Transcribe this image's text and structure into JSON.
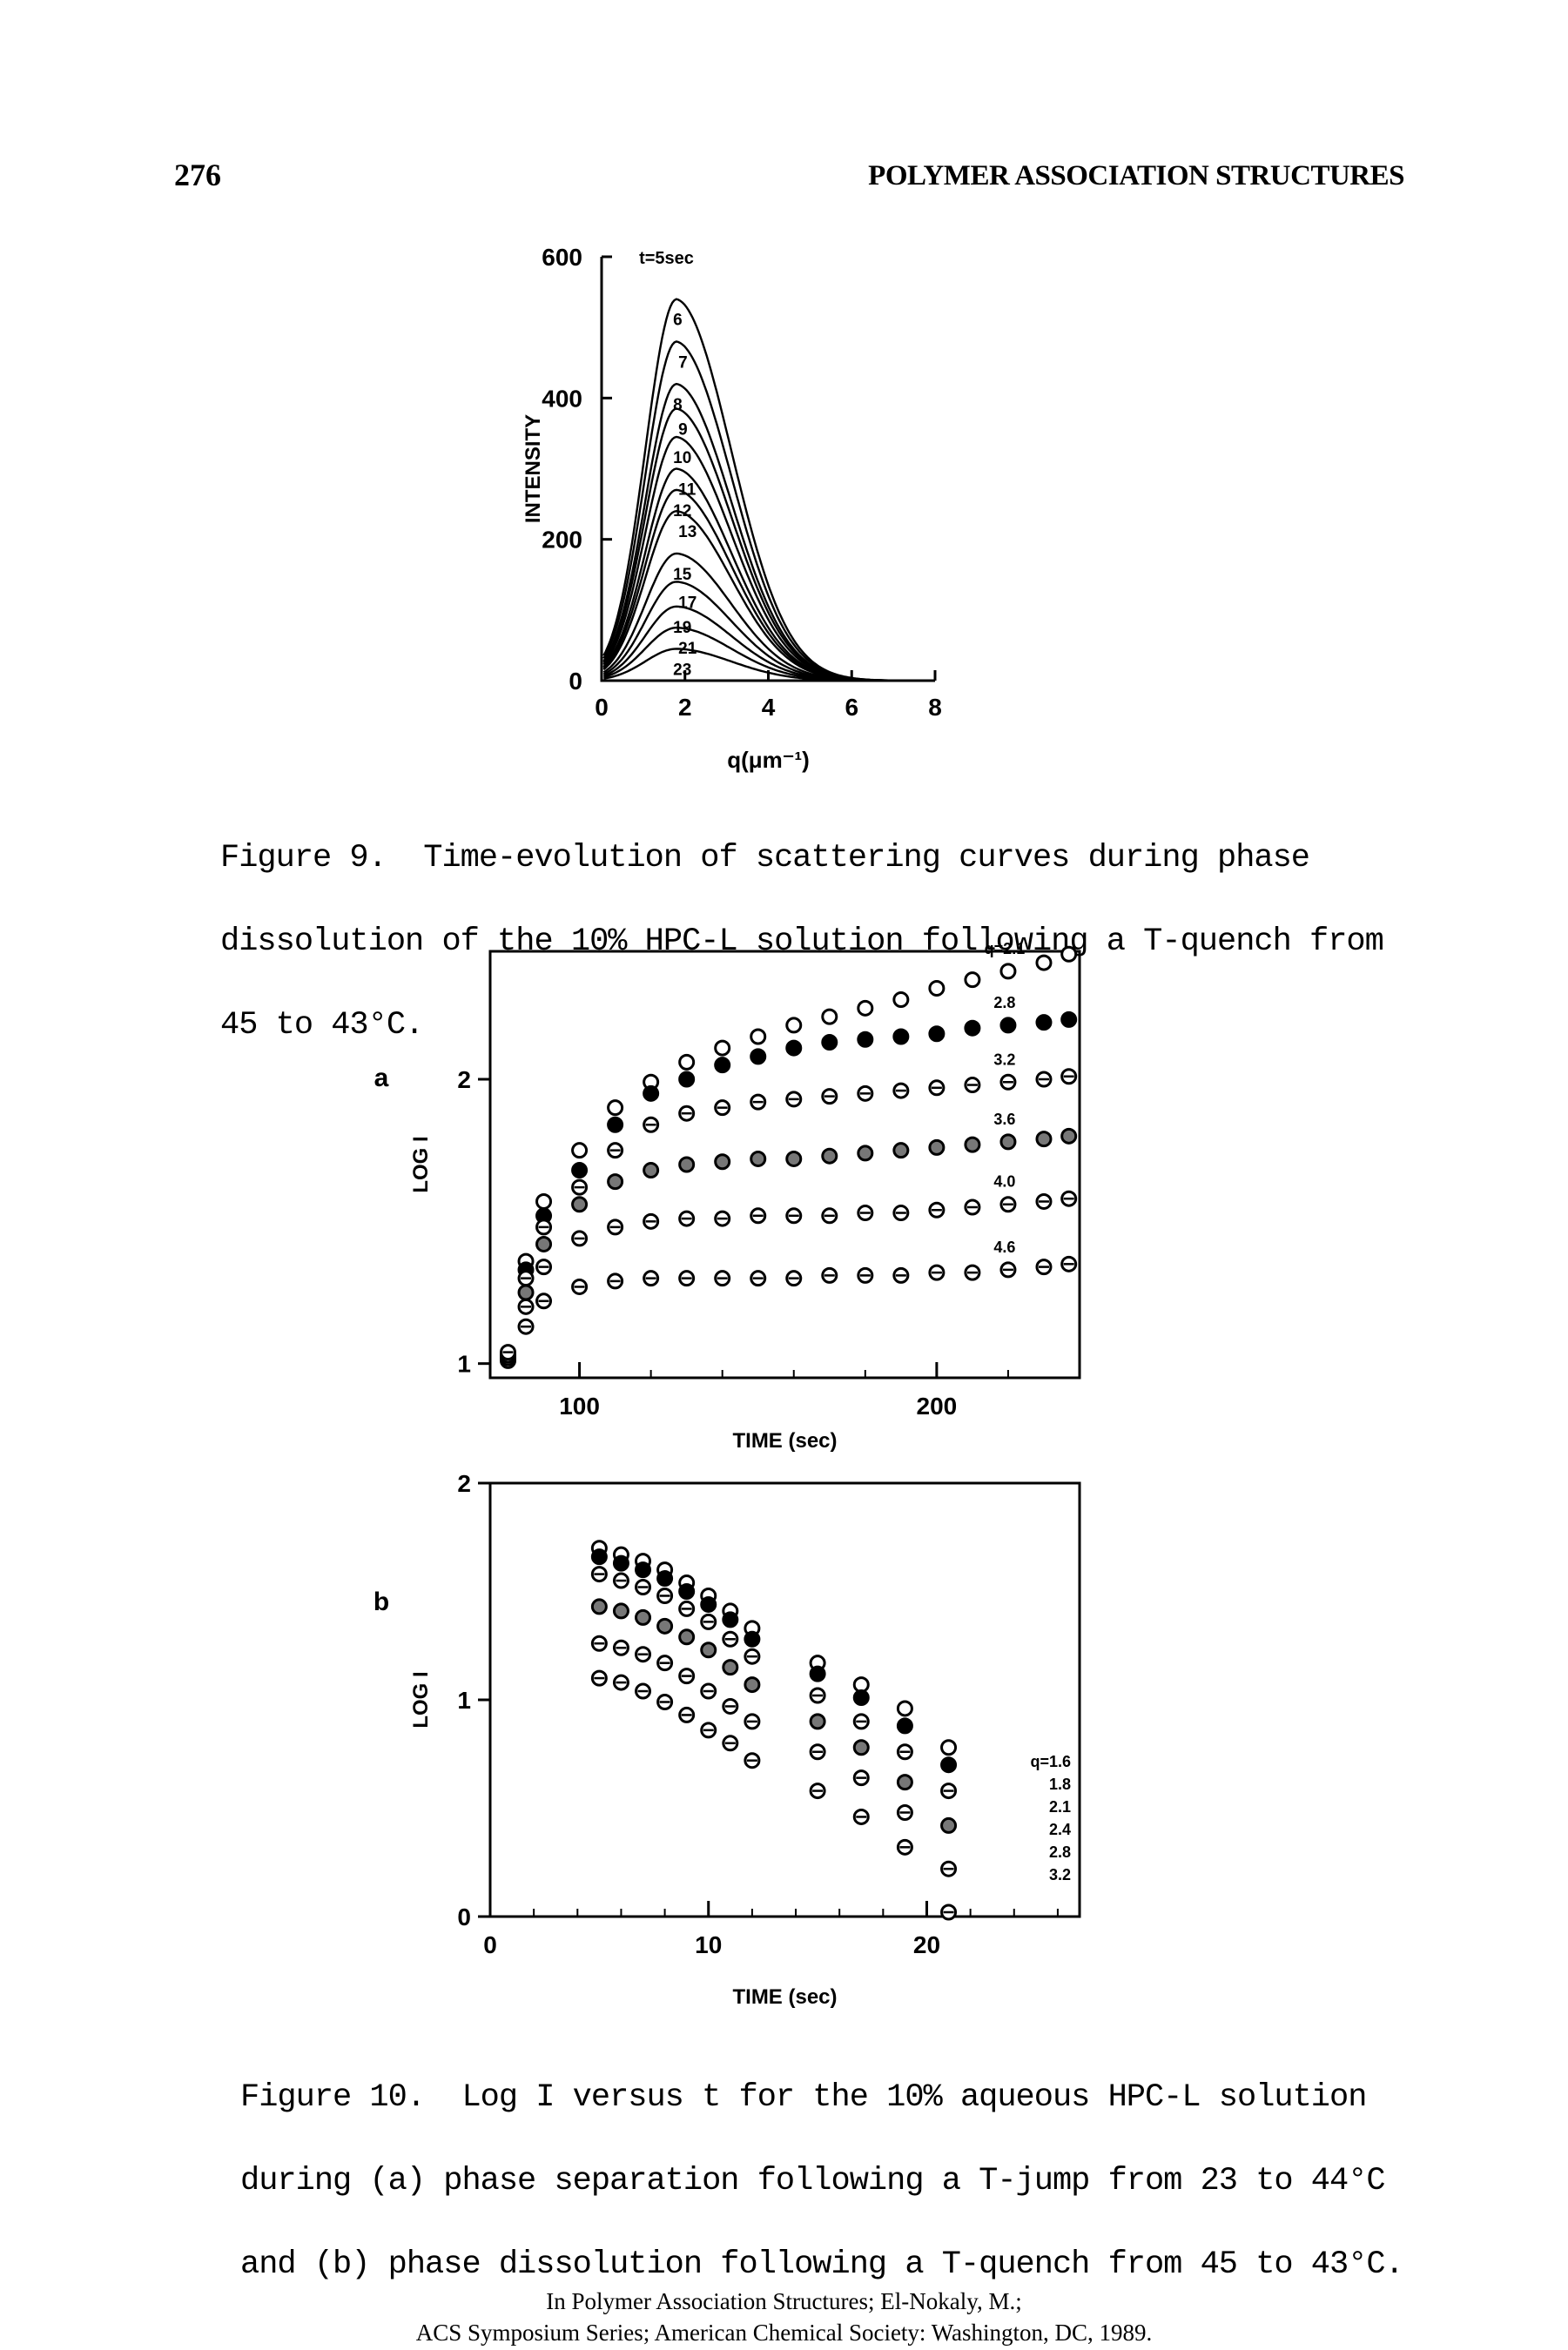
{
  "page": {
    "number": "276",
    "running_head": "POLYMER ASSOCIATION STRUCTURES"
  },
  "figure9": {
    "caption_lines": [
      "Figure 9.  Time-evolution of scattering curves during phase",
      "dissolution of the 10% HPC-L solution following a T-quench from",
      "45 to 43°C."
    ]
  },
  "figure10": {
    "caption_lines": [
      "Figure 10.  Log I versus t for the 10% aqueous HPC-L solution",
      "during (a) phase separation following a T-jump from 23 to 44°C",
      "and (b) phase dissolution following a T-quench from 45 to 43°C."
    ]
  },
  "footer": {
    "line1": "In Polymer Association Structures; El-Nokaly, M.;",
    "line2": "ACS Symposium Series; American Chemical Society: Washington, DC, 1989."
  },
  "chart_data": [
    {
      "id": "fig9",
      "type": "line",
      "xlabel": "q(μm⁻¹)",
      "ylabel": "INTENSITY",
      "xlim": [
        0,
        8
      ],
      "ylim": [
        0,
        600
      ],
      "x_ticks": [
        "0",
        "2",
        "4",
        "6",
        "8"
      ],
      "y_ticks": [
        "0",
        "200",
        "400",
        "600"
      ],
      "annotation": "t=5sec",
      "peak_q": 1.8,
      "series": [
        {
          "name": "6",
          "peak": 540
        },
        {
          "name": "7",
          "peak": 480
        },
        {
          "name": "8",
          "peak": 420
        },
        {
          "name": "9",
          "peak": 385
        },
        {
          "name": "10",
          "peak": 345
        },
        {
          "name": "11",
          "peak": 300
        },
        {
          "name": "12",
          "peak": 270
        },
        {
          "name": "13",
          "peak": 240
        },
        {
          "name": "15",
          "peak": 180
        },
        {
          "name": "17",
          "peak": 140
        },
        {
          "name": "19",
          "peak": 105
        },
        {
          "name": "21",
          "peak": 75
        },
        {
          "name": "23",
          "peak": 45
        }
      ]
    },
    {
      "id": "fig10a",
      "panel_label": "a",
      "type": "scatter",
      "xlabel": "TIME (sec)",
      "ylabel": "LOG I",
      "xlim": [
        75,
        240
      ],
      "ylim": [
        0.95,
        2.45
      ],
      "x_ticks": [
        "100",
        "200"
      ],
      "y_ticks": [
        "1",
        "2"
      ],
      "series": [
        {
          "name": "q=2.1",
          "points": [
            [
              80,
              1.01
            ],
            [
              85,
              1.36
            ],
            [
              90,
              1.57
            ],
            [
              100,
              1.75
            ],
            [
              110,
              1.9
            ],
            [
              120,
              1.99
            ],
            [
              130,
              2.06
            ],
            [
              140,
              2.11
            ],
            [
              150,
              2.15
            ],
            [
              160,
              2.19
            ],
            [
              170,
              2.22
            ],
            [
              180,
              2.25
            ],
            [
              190,
              2.28
            ],
            [
              200,
              2.32
            ],
            [
              210,
              2.35
            ],
            [
              220,
              2.38
            ],
            [
              230,
              2.41
            ],
            [
              237,
              2.44
            ]
          ]
        },
        {
          "name": "2.8",
          "points": [
            [
              80,
              1.02
            ],
            [
              85,
              1.33
            ],
            [
              90,
              1.52
            ],
            [
              100,
              1.68
            ],
            [
              110,
              1.84
            ],
            [
              120,
              1.95
            ],
            [
              130,
              2.0
            ],
            [
              140,
              2.05
            ],
            [
              150,
              2.08
            ],
            [
              160,
              2.11
            ],
            [
              170,
              2.13
            ],
            [
              180,
              2.14
            ],
            [
              190,
              2.15
            ],
            [
              200,
              2.16
            ],
            [
              210,
              2.18
            ],
            [
              220,
              2.19
            ],
            [
              230,
              2.2
            ],
            [
              237,
              2.21
            ]
          ]
        },
        {
          "name": "3.2",
          "points": [
            [
              80,
              1.02
            ],
            [
              85,
              1.3
            ],
            [
              90,
              1.48
            ],
            [
              100,
              1.62
            ],
            [
              110,
              1.75
            ],
            [
              120,
              1.84
            ],
            [
              130,
              1.88
            ],
            [
              140,
              1.9
            ],
            [
              150,
              1.92
            ],
            [
              160,
              1.93
            ],
            [
              170,
              1.94
            ],
            [
              180,
              1.95
            ],
            [
              190,
              1.96
            ],
            [
              200,
              1.97
            ],
            [
              210,
              1.98
            ],
            [
              220,
              1.99
            ],
            [
              230,
              2.0
            ],
            [
              237,
              2.01
            ]
          ]
        },
        {
          "name": "3.6",
          "points": [
            [
              80,
              1.03
            ],
            [
              85,
              1.25
            ],
            [
              90,
              1.42
            ],
            [
              100,
              1.56
            ],
            [
              110,
              1.64
            ],
            [
              120,
              1.68
            ],
            [
              130,
              1.7
            ],
            [
              140,
              1.71
            ],
            [
              150,
              1.72
            ],
            [
              160,
              1.72
            ],
            [
              170,
              1.73
            ],
            [
              180,
              1.74
            ],
            [
              190,
              1.75
            ],
            [
              200,
              1.76
            ],
            [
              210,
              1.77
            ],
            [
              220,
              1.78
            ],
            [
              230,
              1.79
            ],
            [
              237,
              1.8
            ]
          ]
        },
        {
          "name": "4.0",
          "points": [
            [
              80,
              1.03
            ],
            [
              85,
              1.2
            ],
            [
              90,
              1.34
            ],
            [
              100,
              1.44
            ],
            [
              110,
              1.48
            ],
            [
              120,
              1.5
            ],
            [
              130,
              1.51
            ],
            [
              140,
              1.51
            ],
            [
              150,
              1.52
            ],
            [
              160,
              1.52
            ],
            [
              170,
              1.52
            ],
            [
              180,
              1.53
            ],
            [
              190,
              1.53
            ],
            [
              200,
              1.54
            ],
            [
              210,
              1.55
            ],
            [
              220,
              1.56
            ],
            [
              230,
              1.57
            ],
            [
              237,
              1.58
            ]
          ]
        },
        {
          "name": "4.6",
          "points": [
            [
              80,
              1.04
            ],
            [
              85,
              1.13
            ],
            [
              90,
              1.22
            ],
            [
              100,
              1.27
            ],
            [
              110,
              1.29
            ],
            [
              120,
              1.3
            ],
            [
              130,
              1.3
            ],
            [
              140,
              1.3
            ],
            [
              150,
              1.3
            ],
            [
              160,
              1.3
            ],
            [
              170,
              1.31
            ],
            [
              180,
              1.31
            ],
            [
              190,
              1.31
            ],
            [
              200,
              1.32
            ],
            [
              210,
              1.32
            ],
            [
              220,
              1.33
            ],
            [
              230,
              1.34
            ],
            [
              237,
              1.35
            ]
          ]
        }
      ]
    },
    {
      "id": "fig10b",
      "panel_label": "b",
      "type": "scatter",
      "xlabel": "TIME (sec)",
      "ylabel": "LOG I",
      "xlim": [
        0,
        27
      ],
      "ylim": [
        0,
        2
      ],
      "x_ticks": [
        "0",
        "10",
        "20"
      ],
      "y_ticks": [
        "0",
        "1",
        "2"
      ],
      "series": [
        {
          "name": "q=1.6",
          "points": [
            [
              5,
              1.7
            ],
            [
              6,
              1.67
            ],
            [
              7,
              1.64
            ],
            [
              8,
              1.6
            ],
            [
              9,
              1.54
            ],
            [
              10,
              1.48
            ],
            [
              11,
              1.41
            ],
            [
              12,
              1.33
            ],
            [
              15,
              1.17
            ],
            [
              17,
              1.07
            ],
            [
              19,
              0.96
            ],
            [
              21,
              0.78
            ]
          ]
        },
        {
          "name": "1.8",
          "points": [
            [
              5,
              1.66
            ],
            [
              6,
              1.63
            ],
            [
              7,
              1.6
            ],
            [
              8,
              1.56
            ],
            [
              9,
              1.5
            ],
            [
              10,
              1.44
            ],
            [
              11,
              1.37
            ],
            [
              12,
              1.28
            ],
            [
              15,
              1.12
            ],
            [
              17,
              1.01
            ],
            [
              19,
              0.88
            ],
            [
              21,
              0.7
            ]
          ]
        },
        {
          "name": "2.1",
          "points": [
            [
              5,
              1.58
            ],
            [
              6,
              1.55
            ],
            [
              7,
              1.52
            ],
            [
              8,
              1.48
            ],
            [
              9,
              1.42
            ],
            [
              10,
              1.36
            ],
            [
              11,
              1.28
            ],
            [
              12,
              1.2
            ],
            [
              15,
              1.02
            ],
            [
              17,
              0.9
            ],
            [
              19,
              0.76
            ],
            [
              21,
              0.58
            ]
          ]
        },
        {
          "name": "2.4",
          "points": [
            [
              5,
              1.43
            ],
            [
              6,
              1.41
            ],
            [
              7,
              1.38
            ],
            [
              8,
              1.34
            ],
            [
              9,
              1.29
            ],
            [
              10,
              1.23
            ],
            [
              11,
              1.15
            ],
            [
              12,
              1.07
            ],
            [
              15,
              0.9
            ],
            [
              17,
              0.78
            ],
            [
              19,
              0.62
            ],
            [
              21,
              0.42
            ]
          ]
        },
        {
          "name": "2.8",
          "points": [
            [
              5,
              1.26
            ],
            [
              6,
              1.24
            ],
            [
              7,
              1.21
            ],
            [
              8,
              1.17
            ],
            [
              9,
              1.11
            ],
            [
              10,
              1.04
            ],
            [
              11,
              0.97
            ],
            [
              12,
              0.9
            ],
            [
              15,
              0.76
            ],
            [
              17,
              0.64
            ],
            [
              19,
              0.48
            ],
            [
              21,
              0.22
            ]
          ]
        },
        {
          "name": "3.2",
          "points": [
            [
              5,
              1.1
            ],
            [
              6,
              1.08
            ],
            [
              7,
              1.04
            ],
            [
              8,
              0.99
            ],
            [
              9,
              0.93
            ],
            [
              10,
              0.86
            ],
            [
              11,
              0.8
            ],
            [
              12,
              0.72
            ],
            [
              15,
              0.58
            ],
            [
              17,
              0.46
            ],
            [
              19,
              0.32
            ],
            [
              21,
              0.02
            ]
          ]
        }
      ]
    }
  ]
}
